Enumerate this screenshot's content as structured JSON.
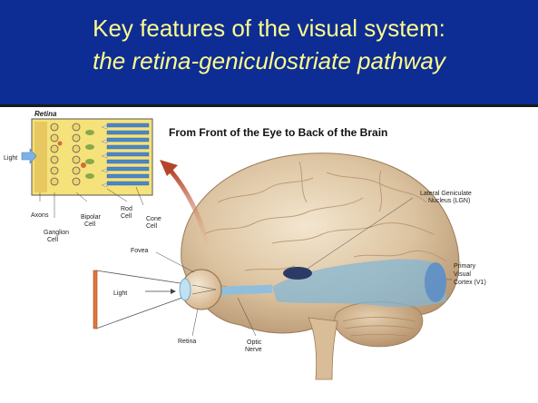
{
  "slide": {
    "title_line1": "Key features of the visual system:",
    "title_line2": "the retina-geniculostriate pathway"
  },
  "figure": {
    "heading": "From Front of the Eye to Back of the Brain",
    "labels": {
      "retina_inset": "Retina",
      "light_inset": "Light",
      "axons": "Axons",
      "ganglion_1": "Ganglion",
      "ganglion_2": "Cell",
      "bipolar_1": "Bipolar",
      "bipolar_2": "Cell",
      "rod_1": "Rod",
      "rod_2": "Cell",
      "cone_1": "Cone",
      "cone_2": "Cell",
      "fovea": "Fovea",
      "light_eye": "Light",
      "retina": "Retina",
      "optic_1": "Optic",
      "optic_2": "Nerve",
      "lgn_1": "Lateral Geniculate",
      "lgn_2": "Nucleus (LGN)",
      "v1_1": "Primary",
      "v1_2": "Visual",
      "v1_3": "Cortex (V1)"
    }
  }
}
